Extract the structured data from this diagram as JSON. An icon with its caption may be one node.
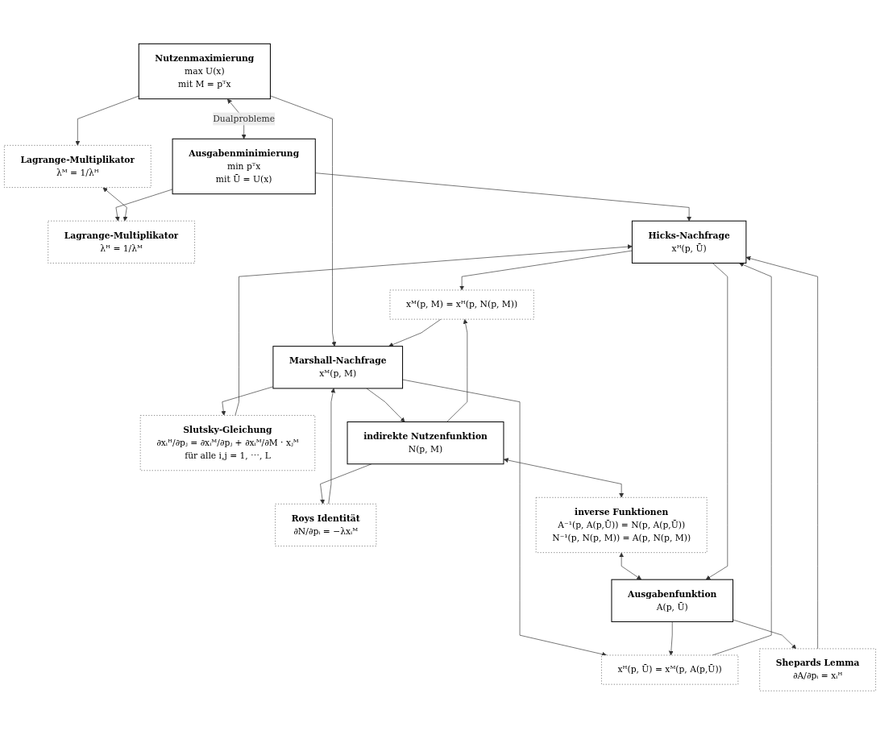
{
  "diagram": {
    "nodes": [
      {
        "text": [
          "Nutzenmaximierung",
          "max U(x)",
          "mit M = pᵀx"
        ]
      },
      {
        "text": [
          "Ausgabenminimierung",
          "min pᵀx",
          "mit Ū = U(x)"
        ]
      },
      {
        "text": [
          "Lagrange-Multiplikator",
          "λᴹ = 1/λᴴ"
        ]
      },
      {
        "text": [
          "Slutsky-Gleichung",
          "∂xᵢᴴ/∂pⱼ = ∂xᵢᴹ/∂pⱼ + ∂xᵢᴹ/∂M · xⱼᴹ",
          "für alle i,j = 1, ⋯, L"
        ]
      },
      {
        "text": [
          "Lagrange-Multiplikator",
          "λᴴ = 1/λᴹ"
        ]
      },
      {
        "text": [
          "Marshall-Nachfrage",
          "xᴹ(p, M)"
        ]
      },
      {
        "text": [
          "Hicks-Nachfrage",
          "xᴴ(p, Ū)"
        ]
      },
      {
        "text": [
          "Roys Identität",
          "∂N/∂pᵢ = −λxᵢᴹ"
        ]
      },
      {
        "text": [
          "xᴹ(p, M) = xᴴ(p, N(p, M))"
        ]
      },
      {
        "text": [
          "xᴴ(p, Ū) = xᴹ(p, A(p,Ū))"
        ]
      },
      {
        "text": [
          "Shepards Lemma",
          "∂A/∂pᵢ = xᵢᴴ"
        ]
      },
      {
        "text": [
          "indirekte Nutzenfunktion",
          "N(p, M)"
        ]
      },
      {
        "text": [
          "inverse Funktionen",
          "A⁻¹(p, A(p,Ū)) = N(p, A(p,Ū))",
          "N⁻¹(p, N(p, M)) = A(p, N(p, M))"
        ]
      },
      {
        "text": [
          "Ausgabenfunktion",
          "A(p, Ū)"
        ]
      }
    ],
    "edges": [
      {
        "from": 0,
        "to": 1,
        "arrow": "both",
        "label": "Dualprobleme"
      },
      {
        "from": 0,
        "to": 2,
        "arrow": "to"
      },
      {
        "from": 0,
        "to": 5,
        "arrow": "to"
      },
      {
        "from": 1,
        "to": 4,
        "arrow": "to"
      },
      {
        "from": 1,
        "to": 6,
        "arrow": "to"
      },
      {
        "from": 2,
        "to": 4,
        "arrow": "both"
      },
      {
        "from": 5,
        "to": 3,
        "arrow": "to"
      },
      {
        "from": 3,
        "to": 6,
        "arrow": "to"
      },
      {
        "from": 6,
        "to": 8,
        "arrow": "to"
      },
      {
        "from": 5,
        "to": 9,
        "arrow": "to"
      },
      {
        "from": 8,
        "to": 5,
        "arrow": "to"
      },
      {
        "from": 9,
        "to": 6,
        "arrow": "to"
      },
      {
        "from": 7,
        "to": 5,
        "arrow": "to"
      },
      {
        "from": 11,
        "to": 7,
        "arrow": "to"
      },
      {
        "from": 5,
        "to": 11,
        "arrow": "to"
      },
      {
        "from": 11,
        "to": 8,
        "arrow": "to"
      },
      {
        "from": 11,
        "to": 12,
        "arrow": "both"
      },
      {
        "from": 12,
        "to": 13,
        "arrow": "both"
      },
      {
        "from": 13,
        "to": 9,
        "arrow": "to"
      },
      {
        "from": 6,
        "to": 13,
        "arrow": "to"
      },
      {
        "from": 13,
        "to": 10,
        "arrow": "to"
      },
      {
        "from": 10,
        "to": 6,
        "arrow": "to"
      }
    ]
  }
}
